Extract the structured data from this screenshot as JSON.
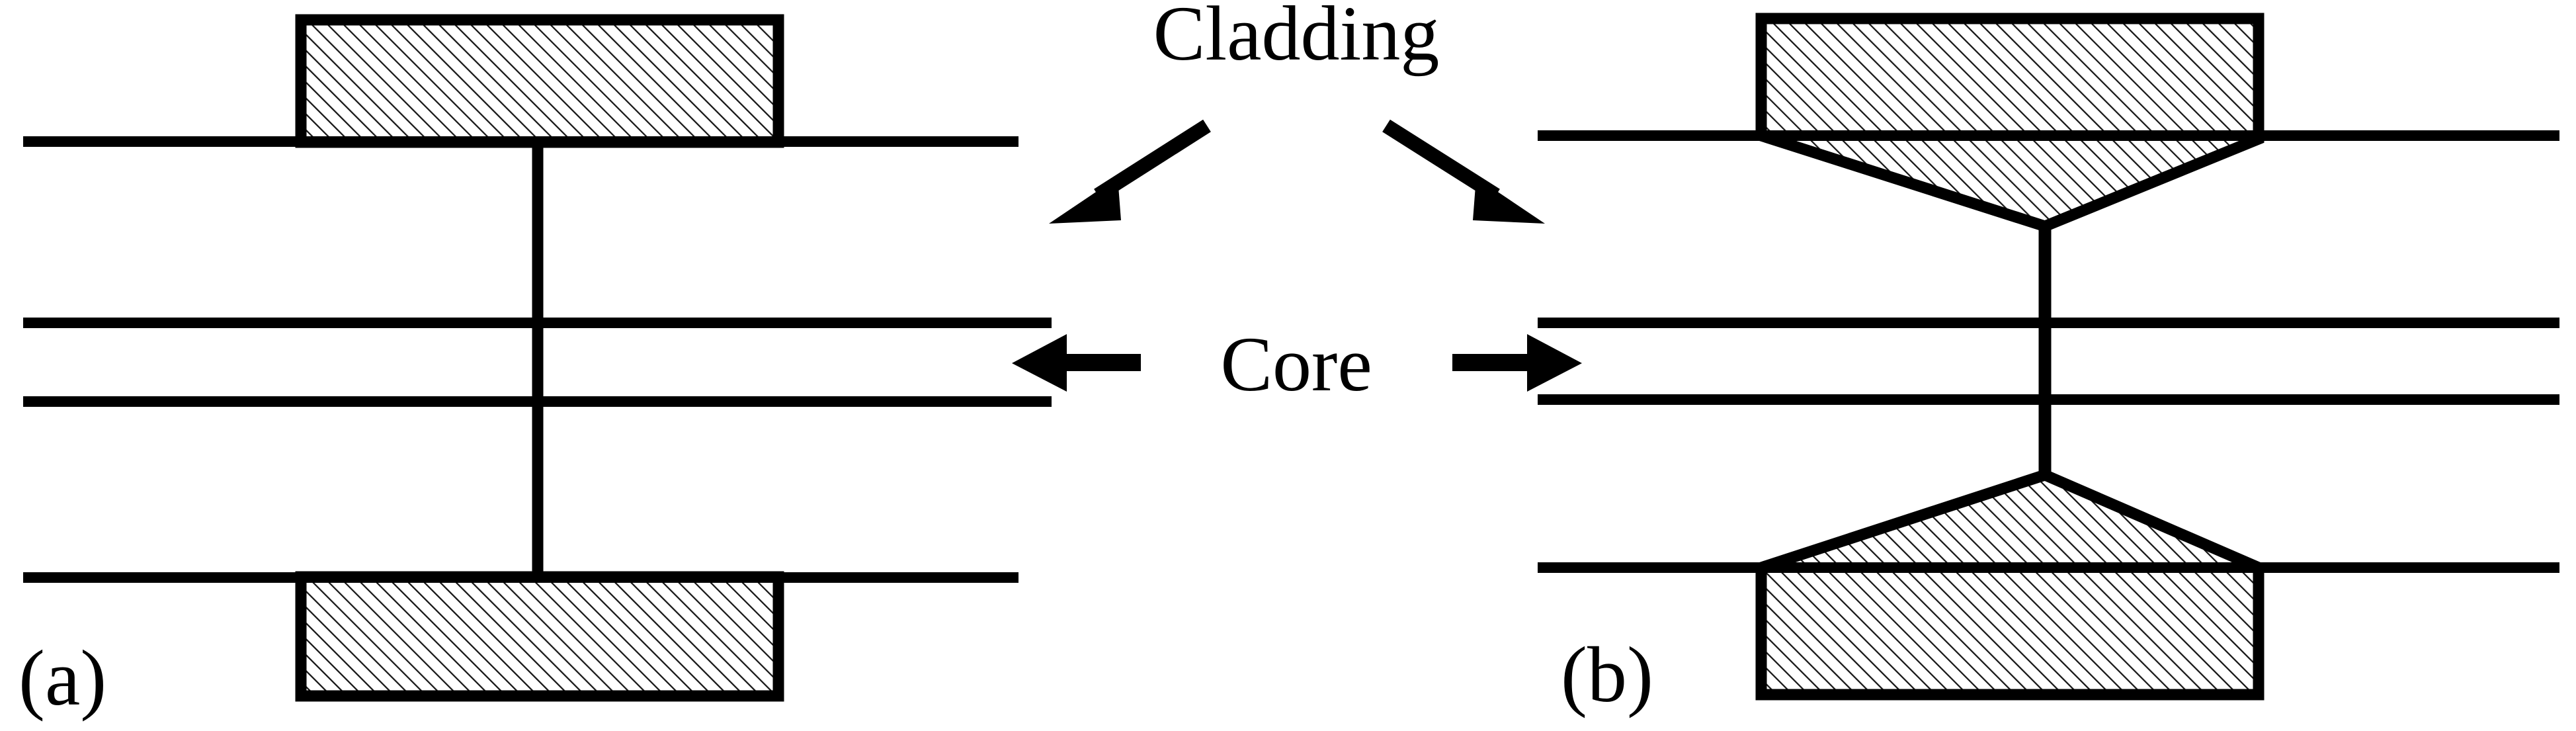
{
  "figure": {
    "type": "schematic-diagram",
    "subject": "Optical fiber cross-section: cladding and core geometry comparison",
    "background_color": "#ffffff",
    "stroke_color": "#000000",
    "hatch_fill_color": "#ffffff",
    "hatch_line_color": "#111111"
  },
  "annotations": {
    "cladding": {
      "label": "Cladding",
      "pointer_left": "arrow-down-left",
      "pointer_right": "arrow-down-right"
    },
    "core": {
      "label": "Core",
      "pointer_left": "arrow-left",
      "pointer_right": "arrow-right"
    }
  },
  "panels": [
    {
      "id": "a",
      "label": "(a)",
      "description": "Straight (untapered) cladding: rectangular hatched blocks above and below a straight core with a vertical splice line",
      "cladding_shape": "rectangle",
      "core_lines": 2,
      "boundary_lines": 2,
      "splice_line": "vertical"
    },
    {
      "id": "b",
      "label": "(b)",
      "description": "Tapered cladding: pentagonal hatched blocks narrowing toward the core with a vertical splice line",
      "cladding_shape": "pentagon-taper",
      "core_lines": 2,
      "boundary_lines": 2,
      "splice_line": "vertical"
    }
  ]
}
